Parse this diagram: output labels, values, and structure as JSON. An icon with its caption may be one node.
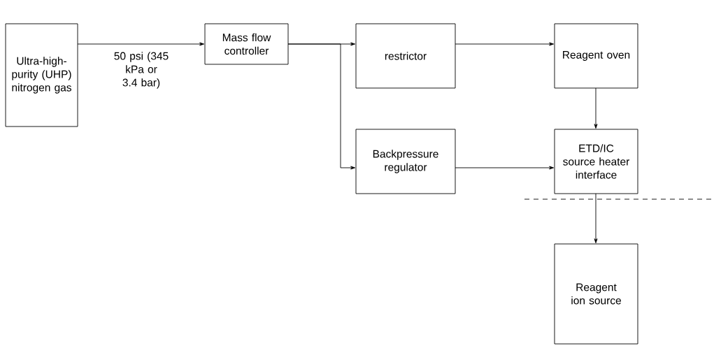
{
  "diagram": {
    "nodes": [
      {
        "text": [
          "Ultra-high-purity (UHP) nitrogen gas"
        ]
      },
      {
        "text": [
          "Mass flow controller"
        ]
      },
      {
        "text": [
          "restrictor"
        ]
      },
      {
        "text": [
          "Reagent oven"
        ]
      },
      {
        "text": [
          "Backpressure regulator"
        ]
      },
      {
        "text": [
          "ETD/IC source heater interface"
        ]
      },
      {
        "text": [
          "Reagent ion source"
        ]
      }
    ],
    "edges": [
      {
        "from": 0,
        "to": 1,
        "arrow": "to",
        "label": "50 psi (345 kPa or 3.4 bar)"
      },
      {
        "from": 1,
        "to": 2,
        "arrow": "to"
      },
      {
        "from": 1,
        "to": 4,
        "arrow": "to"
      },
      {
        "from": 2,
        "to": 3,
        "arrow": "to"
      },
      {
        "from": 3,
        "to": 5,
        "arrow": "to"
      },
      {
        "from": 4,
        "to": 5,
        "arrow": "to"
      },
      {
        "from": 5,
        "to": 6,
        "arrow": "to"
      }
    ]
  }
}
